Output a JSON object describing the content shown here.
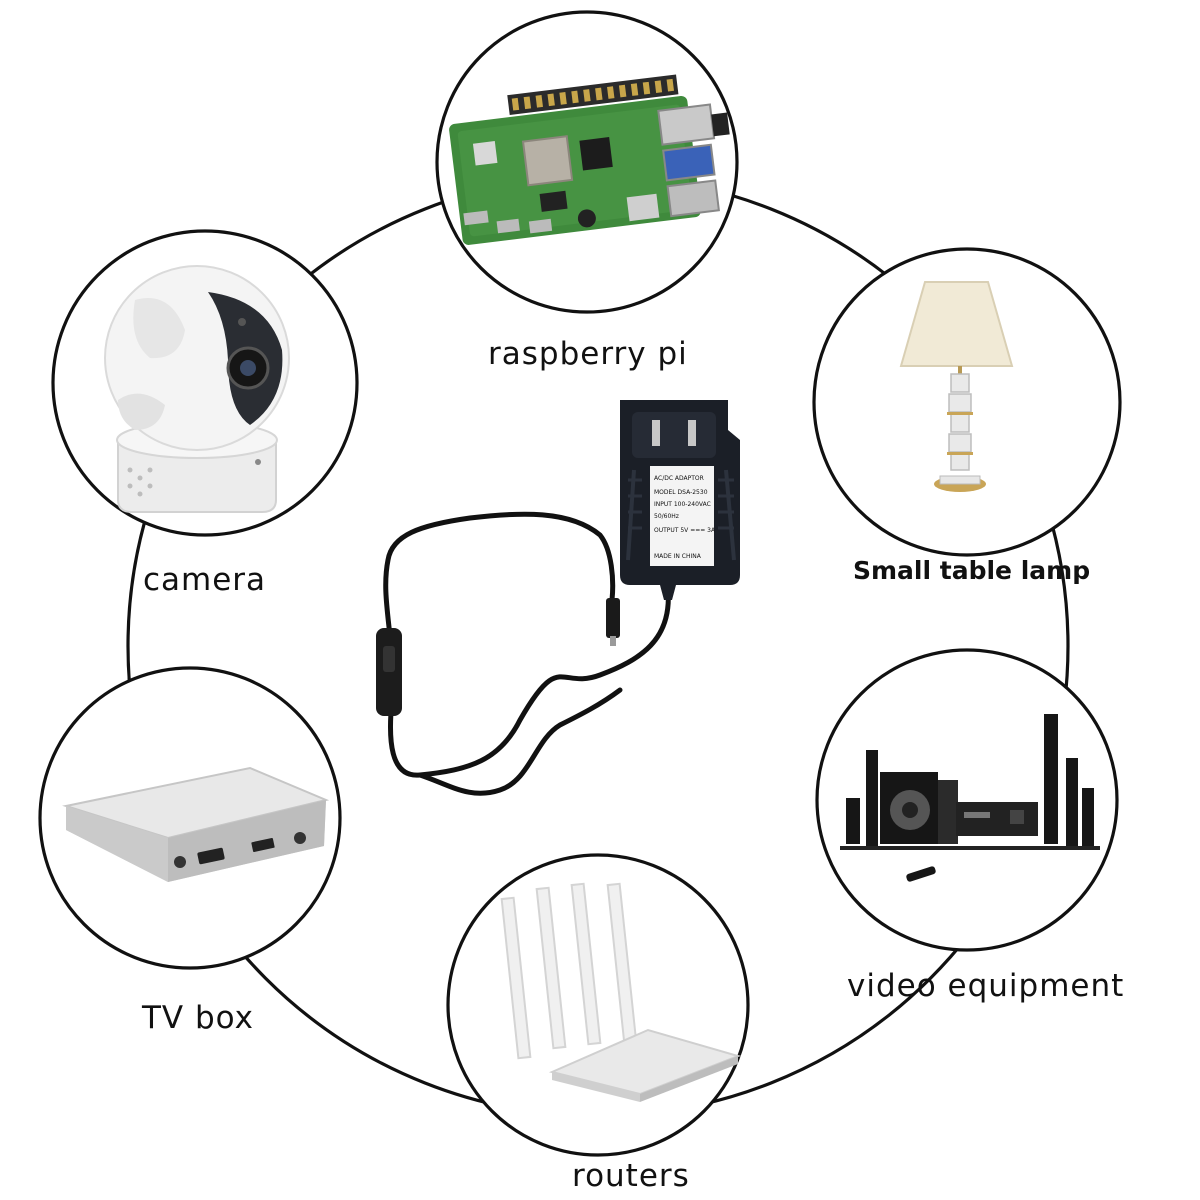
{
  "devices": {
    "raspberry_pi": "raspberry pi",
    "camera": "camera",
    "lamp": "Small table lamp",
    "tv_box": "TV box",
    "video": "video equipment",
    "routers": "routers"
  },
  "adapter": {
    "l1": "AC/DC ADAPTOR",
    "l2": "MODEL DSA-2530",
    "l3": "INPUT 100-240VAC",
    "l4": "50/60Hz",
    "l5": "OUTPUT 5V === 3A",
    "l6": "MADE IN CHINA"
  },
  "colors": {
    "outline": "#111111",
    "pcb_green": "#3f8a3c",
    "adapter_body": "#1b1f27",
    "lampshade": "#f1ead6"
  }
}
